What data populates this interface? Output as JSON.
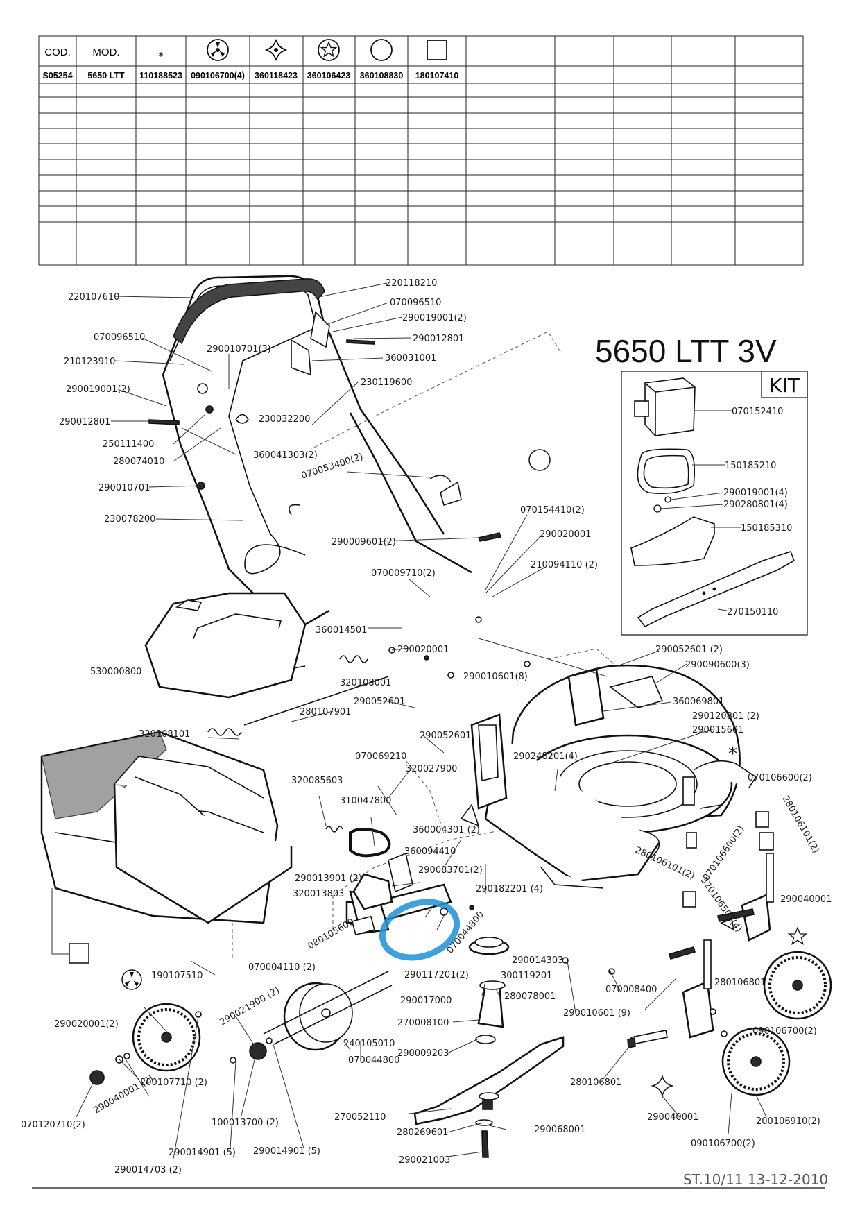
{
  "table": {
    "header": [
      "COD.",
      "MOD.",
      "*",
      "",
      "",
      "",
      "",
      ""
    ],
    "header_icons": [
      "",
      "",
      "asterisk-icon",
      "three-spoke-wheel-icon",
      "four-point-star-icon",
      "five-point-star-icon",
      "circle-icon",
      "square-icon"
    ],
    "row": [
      "S05254",
      "5650 LTT",
      "110188523",
      "090106700(4)",
      "360118423",
      "360106423",
      "360108830",
      "180107410"
    ]
  },
  "title": "5650 LTT 3V",
  "kit": {
    "label": "KIT",
    "parts": [
      "070152410",
      "150185210",
      "290019001(4)",
      "290280801(4)",
      "150185310",
      "270150110"
    ]
  },
  "labels": [
    "220107610",
    "220118210",
    "070096510",
    "290019001(2)",
    "070096510",
    "290012801",
    "210123910",
    "290010701(3)",
    "360031001",
    "290019001(2)",
    "230119600",
    "290012801",
    "230032200",
    "250111400",
    "360041303(2)",
    "280074010",
    "290010701",
    "070053400(2)",
    "230078200",
    "070154410(2)",
    "290020001",
    "290009601(2)",
    "210094110 (2)",
    "070009710(2)",
    "360014501",
    "290020001",
    "530000800",
    "320108001",
    "290010601(8)",
    "290052601 (2)",
    "290090600(3)",
    "290052601",
    "280107901",
    "360069801",
    "290120801 (2)",
    "290015601",
    "320108101",
    "290052601",
    "070069210",
    "320027900",
    "290248201(4)",
    "070106600(2)",
    "320085603",
    "310047800",
    "280106101(2)",
    "360004301 (2)",
    "360094410",
    "290083701(2)",
    "290013901 (2)",
    "290182201 (4)",
    "320013803",
    "070106600(2)",
    "290040001",
    "280106101(2)",
    "320106501(4)",
    "080105600",
    "070044800",
    "290014303",
    "070004110 (2)",
    "290117201(2)",
    "300119201",
    "190107510",
    "290017000",
    "280078001",
    "070008400",
    "280106801",
    "290021900 (2)",
    "270008100",
    "290010601 (9)",
    "290020001(2)",
    "240105010",
    "090106700(2)",
    "070044800",
    "290009203",
    "200107710 (2)",
    "280106801",
    "290040001 (2)",
    "070120710(2)",
    "100013700 (2)",
    "270052110",
    "290040001",
    "200106910(2)",
    "280269601",
    "290068001",
    "290014901 (5)",
    "290014901 (5)",
    "090106700(2)",
    "290014703 (2)",
    "290021003"
  ],
  "footer": "ST.10/11  13-12-2010",
  "colors": {
    "highlight": "#1e8fd6",
    "ink": "#111111"
  }
}
